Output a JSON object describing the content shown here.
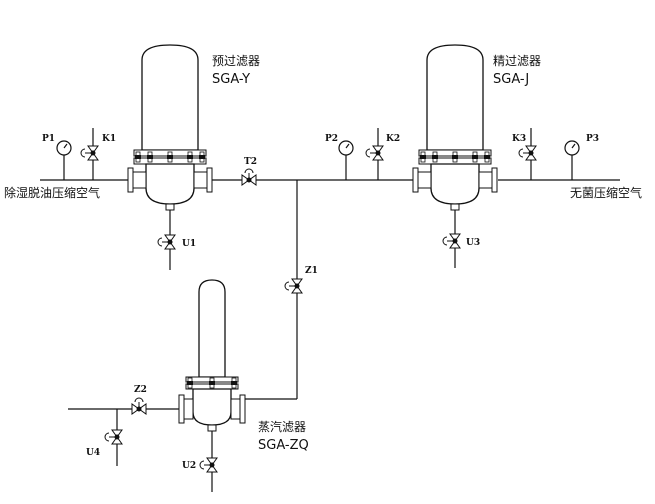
{
  "filters": {
    "pre": {
      "name": "预过滤器",
      "model": "SGA-Y"
    },
    "fine": {
      "name": "精过滤器",
      "model": "SGA-J"
    },
    "steam": {
      "name": "蒸汽滤器",
      "model": "SGA-ZQ"
    }
  },
  "streams": {
    "inlet": "除湿脱油压缩空气",
    "outlet": "无菌压缩空气"
  },
  "tags": {
    "P1": "P1",
    "K1": "K1",
    "U1": "U1",
    "T2": "T2",
    "P2": "P2",
    "K2": "K2",
    "K3": "K3",
    "P3": "P3",
    "U3": "U3",
    "Z1": "Z1",
    "Z2": "Z2",
    "U4": "U4",
    "U2": "U2"
  },
  "icons": {
    "gauge": "pressure-gauge-icon",
    "valve": "globe-valve-icon",
    "filter": "filter-housing-icon"
  }
}
